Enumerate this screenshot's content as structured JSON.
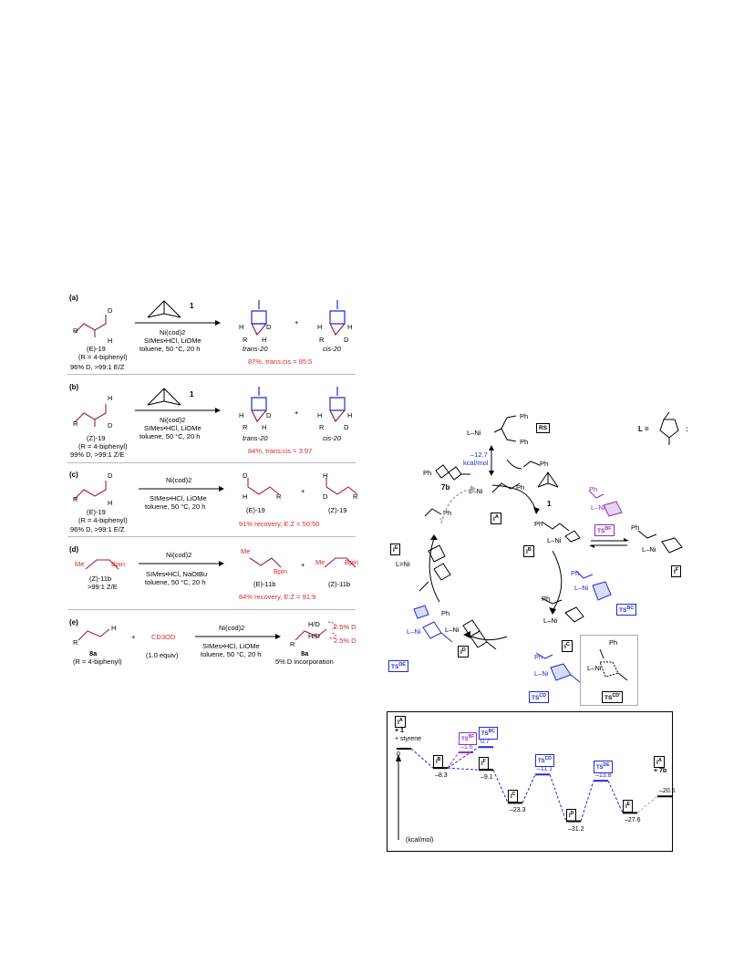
{
  "scheme_a": {
    "label": "(a)",
    "reagent_number": "1",
    "conditions": [
      "Ni(cod)2",
      "SIMes•HCl, LiOMe",
      "toluene, 50 °C, 20 h"
    ],
    "substrate": "(E)-19",
    "substrate_note": "(R = 4-biphenyl)",
    "substrate_purity": "96% D, >99:1 E/Z",
    "product1": "trans-20",
    "product2": "cis-20",
    "result": "87%, trans:cis = 95:5"
  },
  "scheme_b": {
    "label": "(b)",
    "reagent_number": "1",
    "conditions": [
      "Ni(cod)2",
      "SIMes•HCl, LiOMe",
      "toluene, 50 °C, 20 h"
    ],
    "substrate": "(Z)-19",
    "substrate_note": "(R = 4-biphenyl)",
    "substrate_purity": "99% D, >99:1 Z/E",
    "product1": "trans-20",
    "product2": "cis-20",
    "result": "84%, trans:cis = 3:97"
  },
  "scheme_c": {
    "label": "(c)",
    "conditions": [
      "Ni(cod)2",
      "SIMes•HCl, LiOMe",
      "toluene, 50 °C, 20 h"
    ],
    "substrate": "(E)-19",
    "substrate_note": "(R = 4-biphenyl)",
    "substrate_purity": "96% D, >99:1 E/Z",
    "product1": "(E)-19",
    "product2": "(Z)-19",
    "result": "91% recovery, E:Z = 50:50"
  },
  "scheme_d": {
    "label": "(d)",
    "conditions": [
      "Ni(cod)2",
      "SIMes•HCl, NaOtBu",
      "toluene, 50 °C, 20 h"
    ],
    "substrate": "(Z)-11b",
    "substrate_purity": ">99:1 Z/E",
    "product1": "(E)-11b",
    "product2": "(Z)-11b",
    "result": "84% recovery, E:Z = 91:9"
  },
  "scheme_e": {
    "label": "(e)",
    "reagent": "CD3OD",
    "reagent_amount": "(1.0 equiv)",
    "conditions": [
      "Ni(cod)2",
      "SIMes•HCl, LiOMe",
      "toluene, 50 °C, 20 h"
    ],
    "substrate": "8a",
    "substrate_note": "(R = 4-biphenyl)",
    "product": "8a",
    "d_labels": [
      "2.5% D",
      "2.5% D"
    ],
    "result": "5% D incorporation"
  },
  "cycle": {
    "rs_label": "RS",
    "energy_label": "–12.7",
    "energy_unit": "kcal/mol",
    "ligand_label": "L =",
    "product_label": "7b",
    "reagent_label": "1",
    "intermediates": [
      "IA",
      "IB",
      "IC",
      "ID",
      "IE",
      "IF"
    ],
    "ts": [
      "TSBF",
      "TSBC",
      "TSCD",
      "TSDE",
      "TSCD'"
    ]
  },
  "energy_diagram": {
    "axis_label": "(kcal/mol)",
    "start_labels": [
      "+ 1",
      "+ styrene"
    ],
    "end_label": "+ 7b",
    "levels": [
      {
        "name": "IA",
        "value": "0"
      },
      {
        "name": "IB",
        "value": "–8.3"
      },
      {
        "name": "TSBF",
        "value": "–1.6"
      },
      {
        "name": "TSBC",
        "value": "0.7"
      },
      {
        "name": "IF",
        "value": "–9.1"
      },
      {
        "name": "IC",
        "value": "–23.3"
      },
      {
        "name": "TSCD",
        "value": "–11.1"
      },
      {
        "name": "ID",
        "value": "–31.2"
      },
      {
        "name": "TSDE",
        "value": "–13.8"
      },
      {
        "name": "IE",
        "value": "–27.6"
      },
      {
        "name": "IA",
        "value": "–20.5"
      }
    ]
  }
}
